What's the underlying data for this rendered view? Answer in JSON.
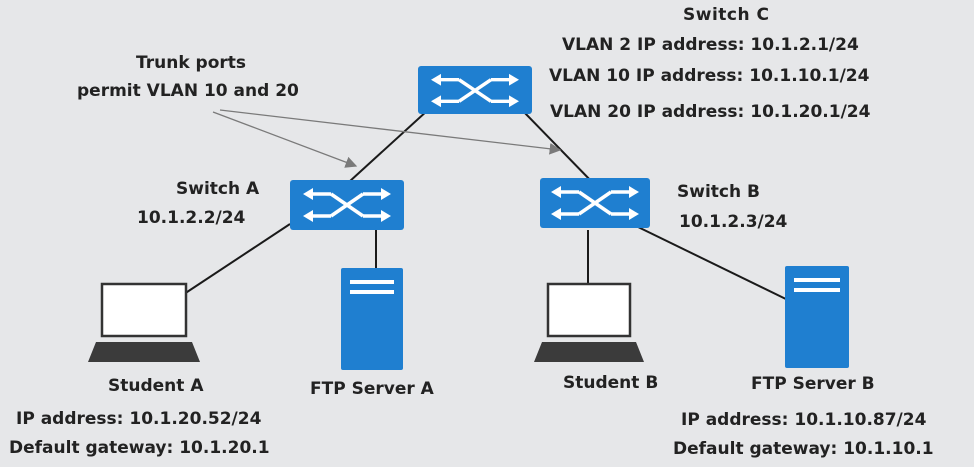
{
  "switch_c": {
    "title": "Switch  C",
    "vlan2": "VLAN 2 IP address: 10.1.2.1/24",
    "vlan10": "VLAN 10 IP address: 10.1.10.1/24",
    "vlan20": "VLAN 20 IP address: 10.1.20.1/24"
  },
  "trunk": {
    "line1": "Trunk ports",
    "line2": "permit VLAN 10 and 20"
  },
  "switch_a": {
    "name": "Switch A",
    "ip": "10.1.2.2/24"
  },
  "switch_b": {
    "name": "Switch B",
    "ip": "10.1.2.3/24"
  },
  "student_a": {
    "name": "Student A",
    "ip": "IP address: 10.1.20.52/24",
    "gateway": "Default gateway: 10.1.20.1"
  },
  "ftp_a": {
    "name": "FTP Server A"
  },
  "student_b": {
    "name": "Student B"
  },
  "ftp_b": {
    "name": "FTP Server B",
    "ip": "IP address: 10.1.10.87/24",
    "gateway": "Default gateway: 10.1.10.1"
  },
  "colors": {
    "device_blue": "#1f7fd0",
    "background": "#e6e7e9",
    "line": "#1a1a1a",
    "arrow_line": "#7a7a7a"
  },
  "icons": {
    "switch": "switch-icon",
    "laptop": "laptop-icon",
    "server": "server-icon"
  }
}
